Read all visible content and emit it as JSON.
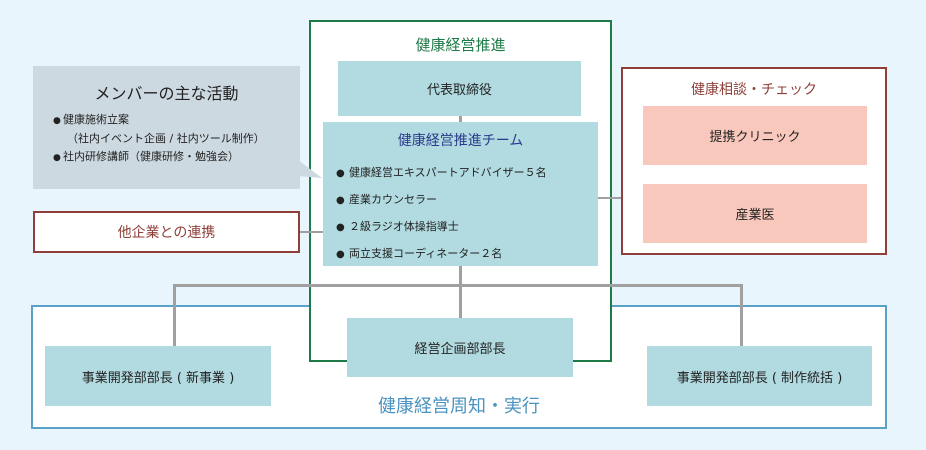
{
  "activity_panel": {
    "title": "メンバーの主な活動",
    "items": [
      {
        "bullet": "●",
        "text": "健康施術立案"
      },
      {
        "bullet": "",
        "text": "（社内イベント企画 / 社内ツール制作）"
      },
      {
        "bullet": "●",
        "text": "社内研修講師（健康研修・勉強会）"
      }
    ]
  },
  "promotion": {
    "title": "健康経営推進",
    "ceo": "代表取締役",
    "team": {
      "title": "健康経営推進チーム",
      "members": [
        {
          "bullet": "●",
          "text": "健康経営エキスパートアドバイザー５名"
        },
        {
          "bullet": "●",
          "text": "産業カウンセラー"
        },
        {
          "bullet": "●",
          "text": "２級ラジオ体操指導士"
        },
        {
          "bullet": "●",
          "text": "両立支援コーディネーター２名"
        }
      ]
    }
  },
  "health_check": {
    "title": "健康相談・チェック",
    "clinic": "提携クリニック",
    "doctor": "産業医"
  },
  "partner": "他企業との連携",
  "execution": {
    "title": "健康経営周知・実行",
    "planning": "経営企画部部長",
    "new_business": "事業開発部部長 ( 新事業 )",
    "production": "事業開発部部長 ( 制作統括 )"
  },
  "colors": {
    "background": "#e8f5fc",
    "promotion_border": "#1e7a46",
    "health_border": "#8e3f39",
    "execution_border": "#5aa1c8",
    "teal_box": "#b1dbe0",
    "pink_box": "#f9c8bd",
    "activity_box": "#cdd9e0",
    "team_title": "#2b3a8c",
    "connector": "#a0a0a0"
  }
}
